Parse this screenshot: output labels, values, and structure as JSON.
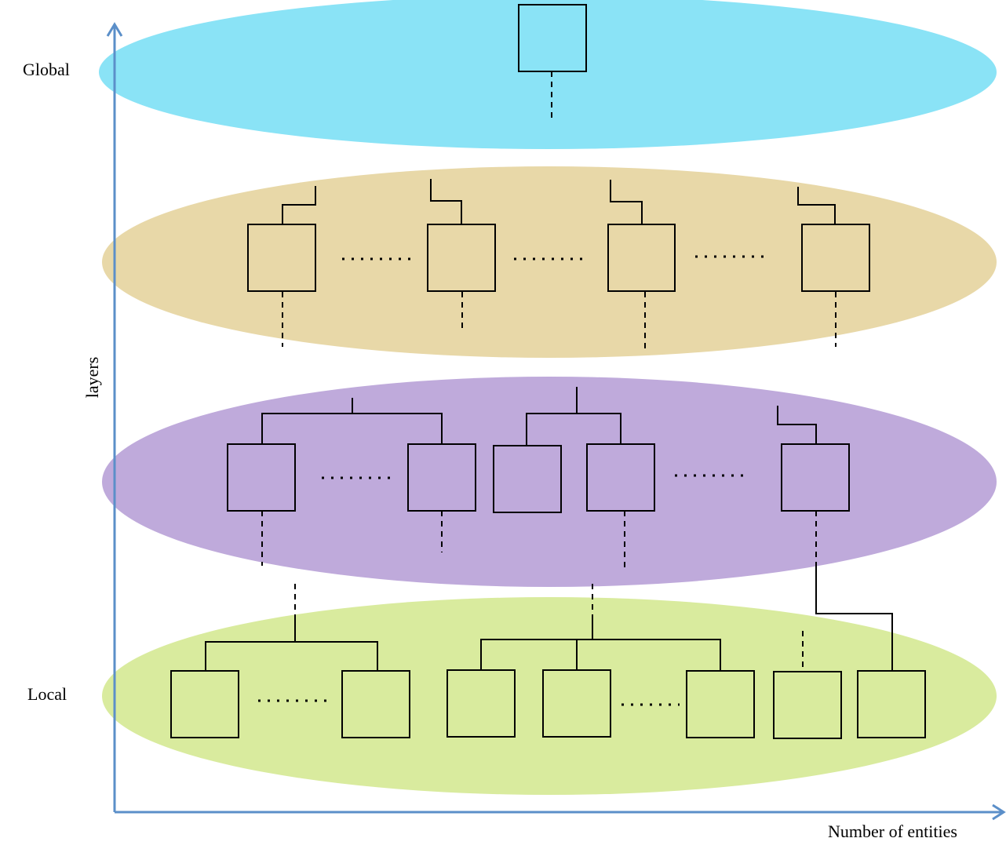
{
  "diagram": {
    "y_axis_label": "layers",
    "x_axis_label": "Number of entities",
    "top_label": "Global",
    "bottom_label": "Local",
    "layer_colors": {
      "global": "#8ae3f6",
      "region": "#e8d8a8",
      "cluster": "#bfaadb",
      "local": "#d9eb9e"
    },
    "axis_color": "#5b8fc9"
  }
}
